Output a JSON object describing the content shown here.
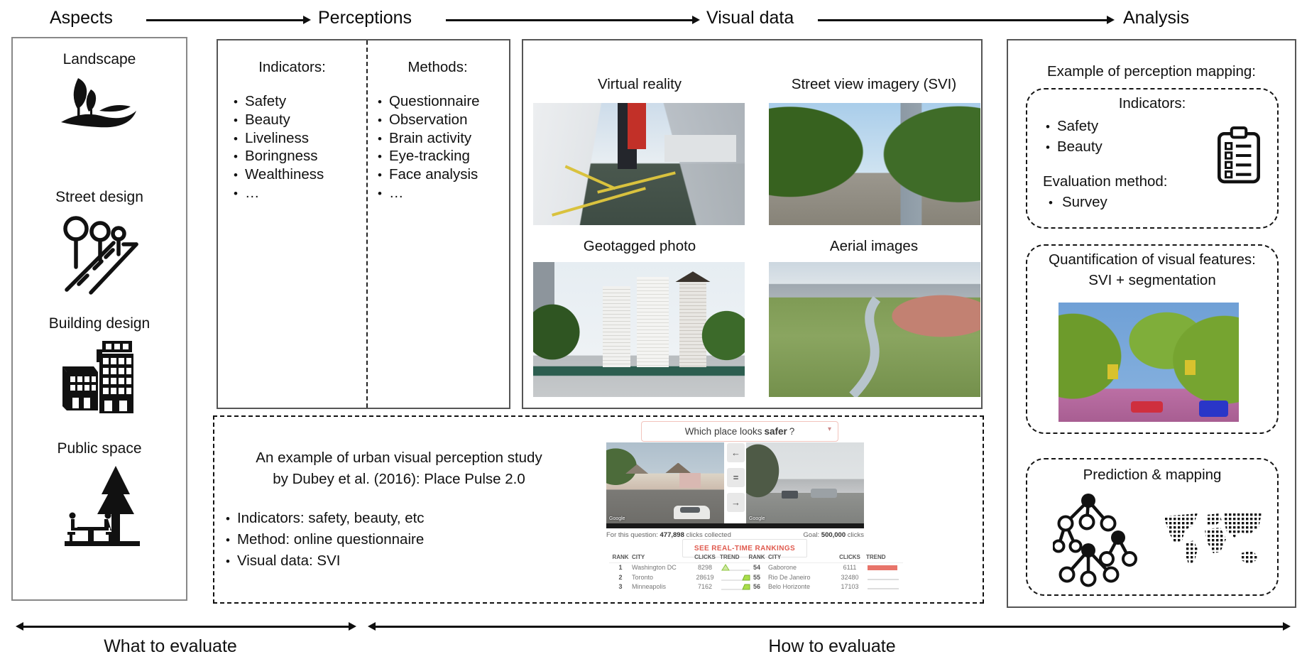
{
  "header": {
    "stages": [
      "Aspects",
      "Perceptions",
      "Visual data",
      "Analysis"
    ]
  },
  "aspects": {
    "items": [
      {
        "label": "Landscape",
        "icon": "landscape-icon"
      },
      {
        "label": "Street design",
        "icon": "street-design-icon"
      },
      {
        "label": "Building design",
        "icon": "building-design-icon"
      },
      {
        "label": "Public space",
        "icon": "public-space-icon"
      }
    ]
  },
  "perceptions": {
    "indicators": {
      "title": "Indicators:",
      "items": [
        "Safety",
        "Beauty",
        "Liveliness",
        "Boringness",
        "Wealthiness",
        "…"
      ]
    },
    "methods": {
      "title": "Methods:",
      "items": [
        "Questionnaire",
        "Observation",
        "Brain activity",
        "Eye-tracking",
        "Face analysis",
        "…"
      ]
    }
  },
  "visual_data": {
    "items": [
      {
        "label": "Virtual reality"
      },
      {
        "label": "Street view imagery (SVI)"
      },
      {
        "label": "Geotagged photo"
      },
      {
        "label": "Aerial images"
      }
    ]
  },
  "example_study": {
    "title_line1": "An example of urban visual perception study",
    "title_line2": "by Dubey et al. (2016): Place Pulse 2.0",
    "bullets": [
      "Indicators: safety, beauty, etc",
      "Method: online questionnaire",
      "Visual data: SVI"
    ],
    "screenshot": {
      "question_prefix": "Which place looks",
      "question_bold": "safer",
      "question_suffix": "?",
      "dropdown_caret": "▾",
      "compare_buttons": [
        "←",
        "=",
        "→"
      ],
      "google_credit": "Google",
      "clicks_prefix": "For this question: ",
      "clicks_value": "477,898",
      "clicks_suffix": " clicks collected",
      "goal_prefix": "Goal: ",
      "goal_value": "500,000",
      "goal_suffix": " clicks",
      "rankings_button": "SEE REAL-TIME RANKINGS",
      "table_headers": [
        "RANK",
        "CITY",
        "CLICKS",
        "TREND"
      ],
      "left_table": [
        {
          "rank": "1",
          "city": "Washington DC",
          "clicks": "8298",
          "trend": "green-spike"
        },
        {
          "rank": "2",
          "city": "Toronto",
          "clicks": "28619",
          "trend": "green-step"
        },
        {
          "rank": "3",
          "city": "Minneapolis",
          "clicks": "7162",
          "trend": "green-step"
        }
      ],
      "right_table": [
        {
          "rank": "54",
          "city": "Gaborone",
          "clicks": "6111",
          "trend": "red-bar"
        },
        {
          "rank": "55",
          "city": "Rio De Janeiro",
          "clicks": "32480",
          "trend": "flat"
        },
        {
          "rank": "56",
          "city": "Belo Horizonte",
          "clicks": "17103",
          "trend": "flat"
        }
      ]
    }
  },
  "analysis": {
    "mapping_title": "Example of perception mapping:",
    "mapping_box": {
      "indicators_title": "Indicators:",
      "indicators": [
        "Safety",
        "Beauty"
      ],
      "method_title": "Evaluation method:",
      "method": "Survey"
    },
    "quantification": {
      "line1": "Quantification of visual features:",
      "line2": "SVI + segmentation"
    },
    "prediction": {
      "title": "Prediction & mapping"
    }
  },
  "footer": {
    "left_label": "What to evaluate",
    "right_label": "How to evaluate"
  },
  "colors": {
    "rankings_accent": "#e05a4e",
    "trend_green": "#aade4a",
    "trend_red": "#e8746a",
    "question_border": "#f2c4bd",
    "vr_red_facade": "#c23028",
    "segmentation_road": "#bb6fa4"
  }
}
